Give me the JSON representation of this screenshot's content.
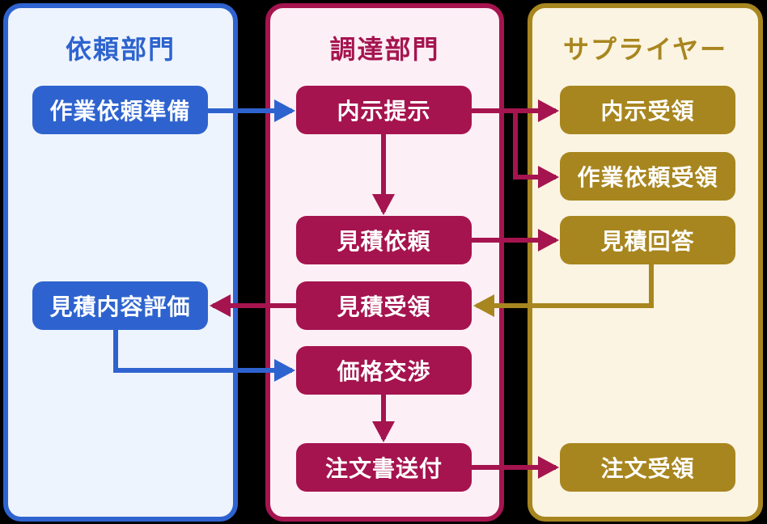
{
  "page": {
    "background": "#000000",
    "type": "swimlane-flowchart"
  },
  "colors": {
    "requester_accent": "#2e63cf",
    "requester_fill": "#eef4fd",
    "procurement_accent": "#a5144f",
    "procurement_fill": "#fdeff6",
    "supplier_accent": "#a8861f",
    "supplier_fill": "#fbf4e2",
    "node_text": "#ffffff"
  },
  "lanes": [
    {
      "title": "依頼部門",
      "accent": "#2e63cf",
      "nodes": [
        {
          "label": "作業依頼準備"
        },
        {
          "label": "見積内容評価"
        }
      ]
    },
    {
      "title": "調達部門",
      "accent": "#a5144f",
      "nodes": [
        {
          "label": "内示提示"
        },
        {
          "label": "見積依頼"
        },
        {
          "label": "見積受領"
        },
        {
          "label": "価格交渉"
        },
        {
          "label": "注文書送付"
        }
      ]
    },
    {
      "title": "サプライヤー",
      "accent": "#a8861f",
      "nodes": [
        {
          "label": "内示受領"
        },
        {
          "label": "作業依頼受領"
        },
        {
          "label": "見積回答"
        },
        {
          "label": "注文受領"
        }
      ]
    }
  ],
  "edges": [
    {
      "from": "作業依頼準備",
      "to": "内示提示",
      "color": "#2e63cf"
    },
    {
      "from": "内示提示",
      "to": "内示受領",
      "color": "#a5144f"
    },
    {
      "from": "内示提示",
      "to": "作業依頼受領",
      "color": "#a5144f"
    },
    {
      "from": "内示提示",
      "to": "見積依頼",
      "color": "#a5144f"
    },
    {
      "from": "見積依頼",
      "to": "見積回答",
      "color": "#a5144f"
    },
    {
      "from": "見積回答",
      "to": "見積受領",
      "color": "#a8861f"
    },
    {
      "from": "見積受領",
      "to": "見積内容評価",
      "color": "#a5144f"
    },
    {
      "from": "見積内容評価",
      "to": "価格交渉",
      "color": "#2e63cf"
    },
    {
      "from": "価格交渉",
      "to": "注文書送付",
      "color": "#a5144f"
    },
    {
      "from": "注文書送付",
      "to": "注文受領",
      "color": "#a5144f"
    }
  ]
}
